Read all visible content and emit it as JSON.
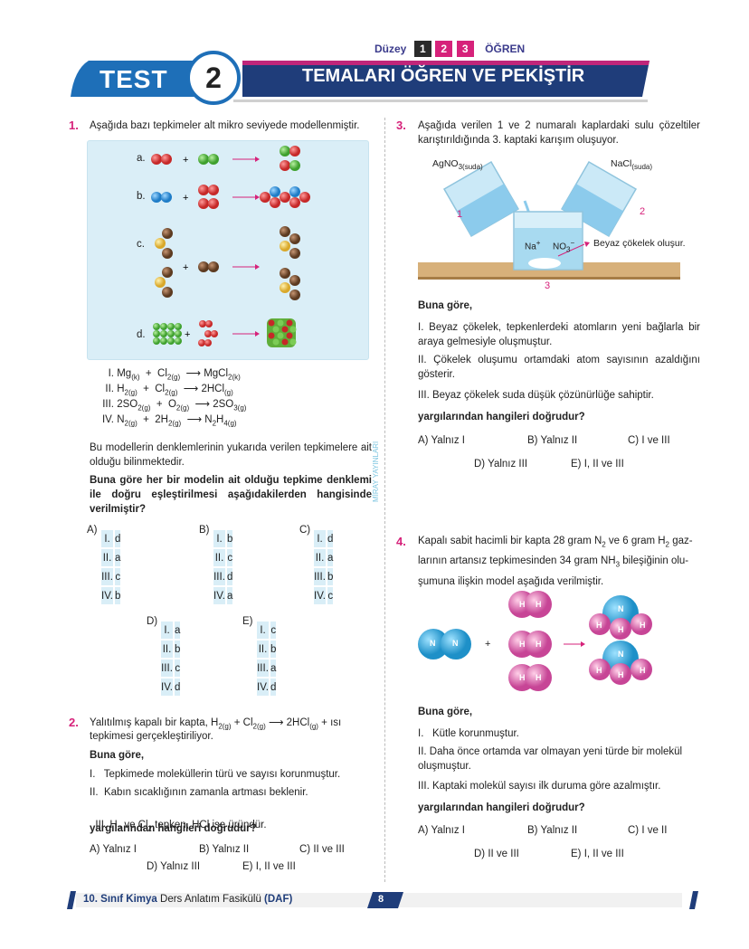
{
  "header": {
    "level_label": "Düzey",
    "levels": [
      "1",
      "2",
      "3"
    ],
    "learn_label": "ÖĞREN",
    "test_label": "TEST",
    "test_number": "2",
    "title": "TEMALARI ÖĞREN VE PEKİŞTİR"
  },
  "side_label": "MİRAY YAYINLARI",
  "q1": {
    "num": "1.",
    "text": "Aşağıda bazı tepkimeler alt mikro seviyede modellenmiştir.",
    "models": [
      "a.",
      "b.",
      "c.",
      "d."
    ],
    "equations": [
      {
        "num": "I.",
        "left": "Mg",
        "ls": "(k)",
        "op": "+",
        "right": "Cl",
        "rs": "2(g)",
        "prod": "MgCl",
        "ps": "2(k)"
      },
      {
        "num": "II.",
        "left": "H",
        "ls": "2(g)",
        "op": "+",
        "right": "Cl",
        "rs": "2(g)",
        "prod": "2HCl",
        "ps": "(g)"
      },
      {
        "num": "III.",
        "left": "2SO",
        "ls": "2(g)",
        "op": "+",
        "right": "O",
        "rs": "2(g)",
        "prod": "2SO",
        "ps": "3(g)"
      },
      {
        "num": "IV.",
        "left": "N",
        "ls": "2(g)",
        "op": "+",
        "right": "2H",
        "rs": "2(g)",
        "prod": "N",
        "ps": "2",
        "prod2": "H",
        "ps2": "4(g)"
      }
    ],
    "text2": "Bu modellerin denklemlerinin yukarıda verilen tepkimelere ait olduğu bilinmektedir.",
    "question": "Buna göre her bir modelin ait olduğu tepkime denklemi ile doğru eşleştirilmesi aşağıdakilerden hangisinde verilmiştir?",
    "options": [
      {
        "label": "A)",
        "rows": [
          [
            "I.",
            "d"
          ],
          [
            "II.",
            "a"
          ],
          [
            "III.",
            "c"
          ],
          [
            "IV.",
            "b"
          ]
        ]
      },
      {
        "label": "B)",
        "rows": [
          [
            "I.",
            "b"
          ],
          [
            "II.",
            "c"
          ],
          [
            "III.",
            "d"
          ],
          [
            "IV.",
            "a"
          ]
        ]
      },
      {
        "label": "C)",
        "rows": [
          [
            "I.",
            "d"
          ],
          [
            "II.",
            "a"
          ],
          [
            "III.",
            "b"
          ],
          [
            "IV.",
            "c"
          ]
        ]
      },
      {
        "label": "D)",
        "rows": [
          [
            "I.",
            "a"
          ],
          [
            "II.",
            "b"
          ],
          [
            "III.",
            "c"
          ],
          [
            "IV.",
            "d"
          ]
        ]
      },
      {
        "label": "E)",
        "rows": [
          [
            "I.",
            "c"
          ],
          [
            "II.",
            "b"
          ],
          [
            "III.",
            "a"
          ],
          [
            "IV.",
            "d"
          ]
        ]
      }
    ]
  },
  "q2": {
    "num": "2.",
    "text_a": "Yalıtılmış kapalı bir kapta, H",
    "text_b": "2(g)",
    "text_c": " + Cl",
    "text_d": "2(g)",
    "text_e": " ⟶ 2HCl",
    "text_f": "(g)",
    "text_g": " + ısı",
    "text2": "tepkimesi gerçekleştiriliyor.",
    "buna": "Buna göre,",
    "s1": "I.   Tepkimede moleküllerin türü ve sayısı korunmuştur.",
    "s2": "II.  Kabın sıcaklığının zamanla artması beklenir.",
    "s3a": "III. H",
    "s3b": "2",
    "s3c": " ve Cl",
    "s3d": "2",
    "s3e": " tepken, HCl ise üründür.",
    "question": "yargılarından hangileri doğrudur?",
    "options": [
      "A) Yalnız I",
      "B) Yalnız II",
      "C) II ve III",
      "D) Yalnız III",
      "E) I, II ve III"
    ]
  },
  "q3": {
    "num": "3.",
    "text": "Aşağıda verilen 1 ve 2 numaralı kaplardaki sulu çözeltiler karıştırıldığında 3. kaptaki karışım oluşuyor.",
    "left_label": "AgNO",
    "left_sub": "3(suda)",
    "right_label": "NaCl",
    "right_sub": "(suda)",
    "n1": "1",
    "n2": "2",
    "n3": "3",
    "ion1": "Na",
    "ion1_sup": "+",
    "ion2": "NO",
    "ion2_sub": "3",
    "ion2_sup": "−",
    "precip": "Beyaz çökelek oluşur.",
    "buna": "Buna göre,",
    "s1": "I.   Beyaz çökelek, tepkenlerdeki atomların yeni bağlarla bir araya gelmesiyle oluşmuştur.",
    "s2": "II.  Çökelek oluşumu ortamdaki atom sayısının azaldığını gösterir.",
    "s3": "III. Beyaz çökelek suda düşük çözünürlüğe sahiptir.",
    "question": "yargılarından hangileri doğrudur?",
    "options": [
      "A) Yalnız I",
      "B) Yalnız II",
      "C) I ve III",
      "D) Yalnız III",
      "E) I, II ve III"
    ]
  },
  "q4": {
    "num": "4.",
    "t1": "Kapalı sabit hacimli bir kapta 28 gram N",
    "t1s": "2",
    "t2": " ve 6 gram H",
    "t2s": "2",
    "t3": " gaz-",
    "line2a": "larının artansız tepkimesinden 34 gram NH",
    "line2s": "3",
    "line2b": " bileşiğinin olu-",
    "line3": "şumuna ilişkin model aşağıda verilmiştir.",
    "atom_n": "N",
    "atom_h": "H",
    "plus": "+",
    "buna": "Buna göre,",
    "s1": "I.   Kütle korunmuştur.",
    "s2": "II.  Daha önce ortamda var olmayan yeni türde bir molekül oluşmuştur.",
    "s3": "III. Kaptaki molekül sayısı ilk duruma göre azalmıştır.",
    "question": "yargılarından hangileri doğrudur?",
    "options": [
      "A) Yalnız I",
      "B) Yalnız II",
      "C) I ve II",
      "D) II ve III",
      "E) I, II ve III"
    ]
  },
  "footer": {
    "course": "10. Sınıf Kimya",
    "book": " Ders Anlatım Fasikülü ",
    "code": "(DAF)",
    "page": "8"
  },
  "colors": {
    "accent": "#d6227a",
    "navy": "#1f3d7a",
    "light_blue": "#d9eef7"
  }
}
